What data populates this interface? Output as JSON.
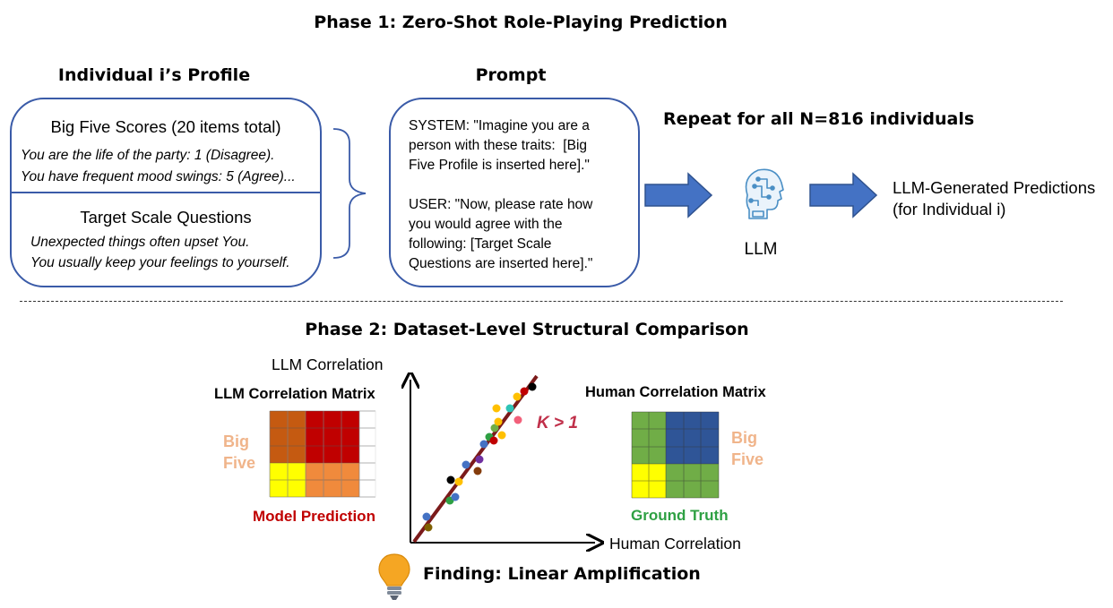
{
  "phase1": {
    "title": "Phase 1: Zero-Shot Role-Playing Prediction",
    "profile_heading": "Individual i’s Profile",
    "prompt_heading": "Prompt",
    "profile": {
      "big_five_title": "Big Five Scores (20 items total)",
      "big_five_items": [
        "You are the life of the party: 1 (Disagree).",
        "You have frequent mood swings: 5 (Agree)..."
      ],
      "target_title": "Target Scale Questions",
      "target_items": [
        "Unexpected things often upset You.",
        "You usually keep your feelings to yourself."
      ]
    },
    "prompt": {
      "system_lines": [
        "SYSTEM: \"Imagine you are a",
        "person with these traits:  [Big",
        "Five Profile is inserted here].\""
      ],
      "user_lines": [
        "USER: \"Now, please rate how",
        "you would agree with the",
        "following: [Target Scale",
        "Questions are inserted here].\""
      ]
    },
    "repeat_text": "Repeat for all N=816 individuals",
    "llm_label": "LLM",
    "output_lines": [
      "LLM-Generated Predictions",
      "(for Individual i)"
    ],
    "icon": "robot-head-icon"
  },
  "phase2": {
    "title": "Phase 2: Dataset-Level Structural Comparison",
    "llm_matrix_title": "LLM Correlation Matrix",
    "human_matrix_title": "Human Correlation Matrix",
    "big_five_label_lines": [
      "Big",
      "Five"
    ],
    "model_prediction": "Model Prediction",
    "ground_truth": "Ground Truth",
    "y_axis_label": "LLM Correlation",
    "x_axis_label": "Human Correlation",
    "k_label": "K > 1",
    "finding": "Finding: Linear Amplification",
    "finding_icon": "lightbulb-icon",
    "colors": {
      "llm_matrix": [
        "#c55a11",
        "#c00000",
        "#ffff00",
        "#f08a3c"
      ],
      "human_matrix": [
        "#70ad47",
        "#2f5597",
        "#ffff00",
        "#70ad47"
      ],
      "regression_line": "#7b1a1a",
      "model_prediction": "#c00000",
      "ground_truth": "#2ea043"
    }
  }
}
